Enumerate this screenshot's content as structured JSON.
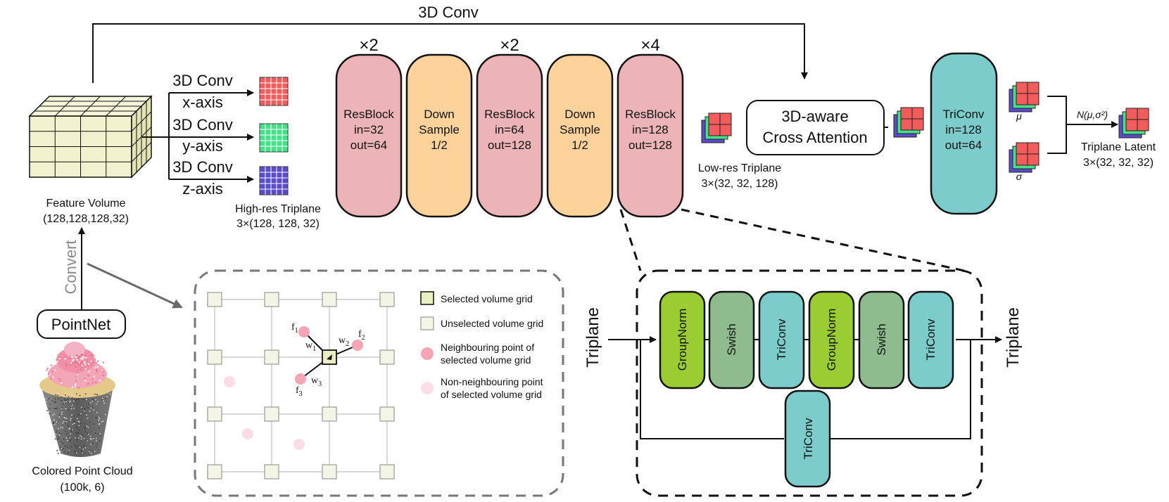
{
  "top_conv_label": "3D Conv",
  "feature_volume": {
    "label": "Feature Volume",
    "shape": "(128,128,128,32)"
  },
  "convert_label": "Convert",
  "pointnet_label": "PointNet",
  "point_cloud": {
    "label": "Colored Point Cloud",
    "shape": "(100k, 6)"
  },
  "axis_convs": [
    {
      "op": "3D Conv",
      "axis": "x-axis",
      "color": "#f25c5c"
    },
    {
      "op": "3D Conv",
      "axis": "y-axis",
      "color": "#45e08a"
    },
    {
      "op": "3D Conv",
      "axis": "z-axis",
      "color": "#5b4cc9"
    }
  ],
  "highres_triplane": {
    "label": "High-res Triplane",
    "shape": "3×(128, 128, 32)"
  },
  "encoder_blocks": [
    {
      "lines": [
        "ResBlock",
        "in=32",
        "out=64"
      ],
      "multiplier": "×2",
      "color": "#ecb4b6"
    },
    {
      "lines": [
        "Down",
        "Sample",
        "1/2"
      ],
      "multiplier": "",
      "color": "#fdd39b"
    },
    {
      "lines": [
        "ResBlock",
        "in=64",
        "out=128"
      ],
      "multiplier": "×2",
      "color": "#ecb4b6"
    },
    {
      "lines": [
        "Down",
        "Sample",
        "1/2"
      ],
      "multiplier": "",
      "color": "#fdd39b"
    },
    {
      "lines": [
        "ResBlock",
        "in=128",
        "out=128"
      ],
      "multiplier": "×4",
      "color": "#ecb4b6"
    }
  ],
  "lowres_triplane": {
    "label": "Low-res Triplane",
    "shape": "3×(32, 32, 128)"
  },
  "cross_attention": {
    "line1": "3D-aware",
    "line2": "Cross Attention"
  },
  "triconv_block": {
    "lines": [
      "TriConv",
      "in=128",
      "out=64"
    ],
    "color": "#7ccccc"
  },
  "mu_label": "μ",
  "sigma_label": "σ",
  "distribution_label": "N(μ,σ²)",
  "triplane_latent": {
    "label": "Triplane Latent",
    "shape": "3×(32, 32, 32)"
  },
  "legend": [
    "Selected volume grid",
    "Unselected volume grid",
    "Neighbouring point of|selected volume grid",
    "Non-neighbouring point|of selected volume grid"
  ],
  "grid_points": {
    "f1": "f",
    "f2": "f",
    "f3": "f",
    "s1": "1",
    "s2": "2",
    "s3": "3",
    "w1": "w",
    "w2": "w",
    "w3": "w"
  },
  "resblock_detail": {
    "input_label": "Triplane",
    "output_label": "Triplane",
    "layers": [
      {
        "label": "GroupNorm",
        "color": "#9acd32"
      },
      {
        "label": "Swish",
        "color": "#8fbc8f"
      },
      {
        "label": "TriConv",
        "color": "#7ccccc"
      },
      {
        "label": "GroupNorm",
        "color": "#9acd32"
      },
      {
        "label": "Swish",
        "color": "#8fbc8f"
      },
      {
        "label": "TriConv",
        "color": "#7ccccc"
      }
    ],
    "skip_label": "TriConv",
    "skip_color": "#7ccccc"
  }
}
